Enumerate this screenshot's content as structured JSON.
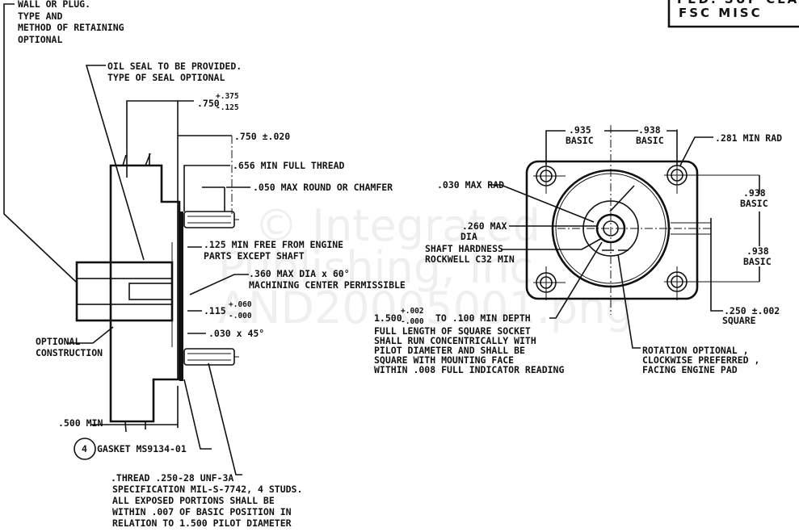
{
  "title_block": {
    "line1": "FED. SUP CLASS",
    "line2": "FSC   MISC"
  },
  "watermark": {
    "line1": "© Integrated",
    "line2": "Publishing, Inc.",
    "line3": "AND20005001.png"
  },
  "section_view": {
    "wall_note": [
      "WALL OR PLUG.",
      "TYPE AND",
      "METHOD OF RETAINING",
      "OPTIONAL"
    ],
    "oil_seal_note": [
      "OIL SEAL TO BE PROVIDED.",
      "TYPE OF SEAL OPTIONAL"
    ],
    "dim_750_tol": {
      "value": ".750",
      "plus": "+.375",
      "minus": "-.125"
    },
    "dim_750_020": ".750 ±.020",
    "dim_656": ".656 MIN FULL THREAD",
    "dim_050": ".050 MAX ROUND OR CHAMFER",
    "dim_125": [
      ".125 MIN FREE FROM ENGINE",
      "PARTS EXCEPT SHAFT"
    ],
    "dim_360": [
      ".360 MAX DIA x 60°",
      "MACHINING CENTER PERMISSIBLE"
    ],
    "dim_115": {
      "value": ".115",
      "plus": "+.060",
      "minus": "-.000"
    },
    "dim_030": ".030 x 45°",
    "optional_construction": [
      "OPTIONAL",
      "CONSTRUCTION"
    ],
    "dim_500": ".500 MIN",
    "gasket": {
      "item": "4",
      "label": "GASKET MS9134-01"
    },
    "thread_note": [
      ".THREAD .250-28  UNF-3A",
      "SPECIFICATION MIL-S-7742, 4 STUDS.",
      "ALL  EXPOSED PORTIONS SHALL BE",
      "WITHIN .007 OF BASIC POSITION IN",
      "RELATION TO 1.500 PILOT DIAMETER"
    ]
  },
  "end_view": {
    "dim_935": {
      "value": ".935",
      "label": "BASIC"
    },
    "dim_938_top": {
      "value": ".938",
      "label": "BASIC"
    },
    "dim_281": ".281 MIN RAD",
    "dim_030_rad": ".030 MAX RAD",
    "dim_260": [
      ".260 MAX",
      "DIA"
    ],
    "shaft_hardness": [
      "SHAFT HARDNESS",
      "ROCKWELL C32  MIN"
    ],
    "dim_938_right1": {
      "value": ".938",
      "label": "BASIC"
    },
    "dim_938_right2": {
      "value": ".938",
      "label": "BASIC"
    },
    "dim_250": {
      "value": ".250 ±.002",
      "label": "SQUARE"
    },
    "pilot": {
      "value": "1.500",
      "plus": "+.002",
      "minus": "-.000",
      "suffix": "TO .100 MIN DEPTH"
    },
    "socket_note": [
      "FULL LENGTH OF SQUARE SOCKET",
      "SHALL RUN CONCENTRICALLY WITH",
      "PILOT DIAMETER AND SHALL BE",
      "SQUARE WITH MOUNTING FACE",
      "WITHIN .008 FULL INDICATOR READING"
    ],
    "rotation_note": [
      "ROTATION OPTIONAL ,",
      "CLOCKWISE PREFERRED ,",
      "FACING ENGINE PAD"
    ]
  }
}
